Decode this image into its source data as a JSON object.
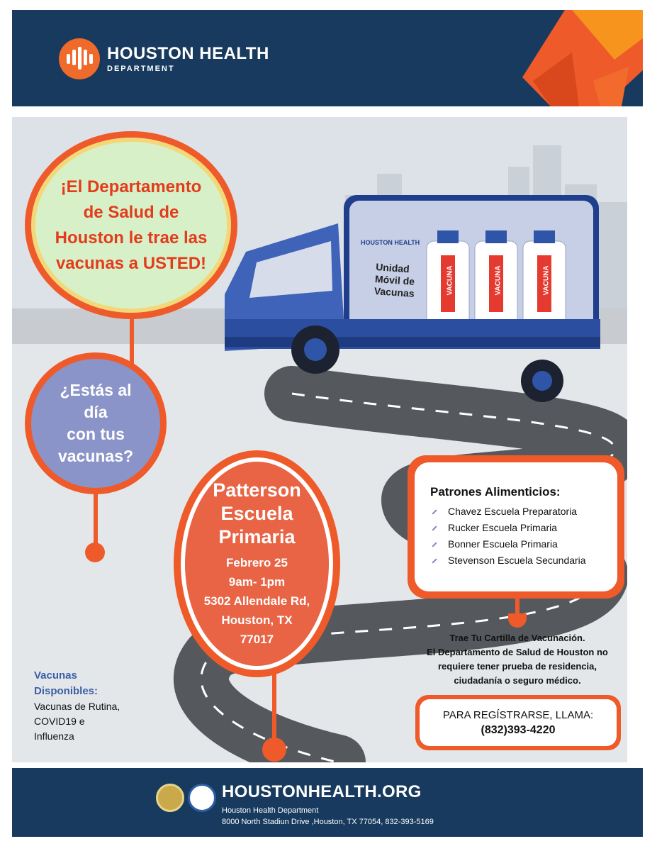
{
  "header": {
    "brand_line1": "HOUSTON HEALTH",
    "brand_line2": "DEPARTMENT"
  },
  "truck": {
    "brand": "HOUSTON HEALTH",
    "label": [
      "Unidad",
      "Móvil de",
      "Vacunas"
    ],
    "vial_label": "VACUNA"
  },
  "bubble_top": {
    "lines": [
      "¡El Departamento",
      "de Salud de",
      "Houston le trae las",
      "vacunas a USTED!"
    ]
  },
  "bubble_question": {
    "lines": [
      "¿Estás al",
      "día",
      "con tus",
      "vacunas?"
    ]
  },
  "event": {
    "name_lines": [
      "Patterson",
      "Escuela",
      "Primaria"
    ],
    "date": "Febrero 25",
    "time": "9am- 1pm",
    "address_lines": [
      "5302 Allendale Rd,",
      "Houston, TX",
      "77017"
    ]
  },
  "feeder": {
    "title": "Patrones Alimenticios:",
    "items": [
      "Chavez Escuela Preparatoria",
      "Rucker Escuela Primaria",
      "Bonner Escuela Primaria",
      "Stevenson Escuela Secundaria"
    ]
  },
  "notes": [
    "Trae Tu Cartilla de Vacunación.",
    "El Departamento de Salud de Houston no",
    "requiere tener prueba de residencia,",
    "ciudadanía o seguro médico."
  ],
  "register": {
    "label": "PARA REGÍSTRARSE, LLAMA:",
    "phone": "(832)393-4220"
  },
  "vaccines": {
    "heading_lines": [
      "Vacunas",
      "Disponibles:"
    ],
    "body_lines": [
      "Vacunas de Rutina,",
      "COVID19 e",
      "Influenza"
    ]
  },
  "footer": {
    "site": "HOUSTONHEALTH.ORG",
    "org": "Houston Health Department",
    "address": "8000 North Stadiun Drive ,Houston, TX 77054, 832-393-5169"
  },
  "colors": {
    "navy": "#173a5e",
    "orange": "#ef5a2a",
    "green_bubble": "#d8f0c8",
    "purple_bubble": "#8a94c8",
    "truck_blue": "#3e63b8"
  }
}
